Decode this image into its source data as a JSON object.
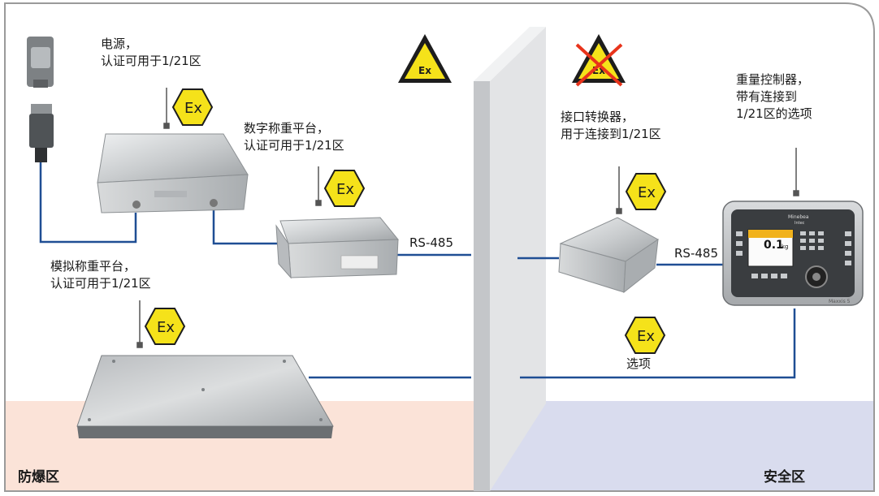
{
  "labels": {
    "power_supply": [
      "电源，",
      "认证可用于1/21区"
    ],
    "digital_platform": [
      "数字称重平台，",
      "认证可用于1/21区"
    ],
    "analog_platform": [
      "模拟称重平台，",
      "认证可用于1/21区"
    ],
    "interface_converter": [
      "接口转换器，",
      "用于连接到1/21区"
    ],
    "weighing_controller": [
      "重量控制器，",
      "带有连接到",
      "1/21区的选项"
    ],
    "option": "选项"
  },
  "connections": {
    "rs485_left": "RS-485",
    "rs485_right": "RS-485"
  },
  "zones": {
    "hazardous": "防爆区",
    "safe": "安全区"
  },
  "ex_symbol": "Ex",
  "controller_display": {
    "brand_line1": "Minebea",
    "brand_line2": "Intec",
    "reading": "0.1",
    "unit": "kg",
    "model": "Maxxis 5"
  },
  "colors": {
    "hazard_zone": "#fbe3d8",
    "safe_zone": "#d9dcee",
    "ex_yellow": "#f5e21a",
    "cable": "#1f4e94",
    "wall": "#e3e4e6",
    "cross": "#e8331b"
  }
}
